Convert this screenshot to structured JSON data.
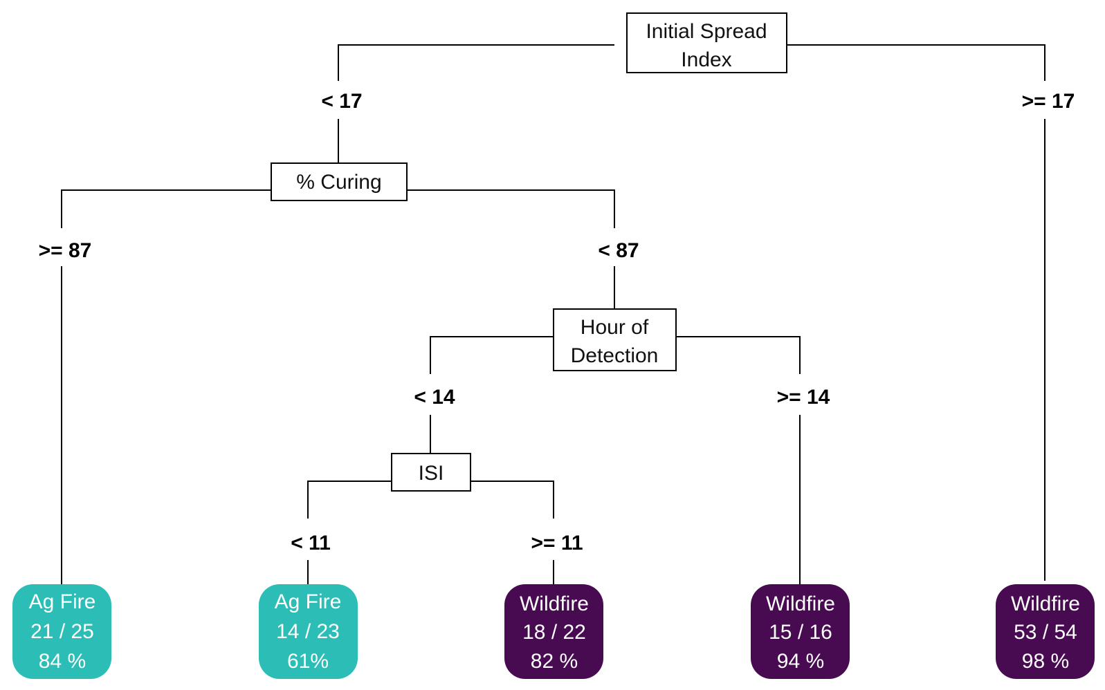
{
  "diagram": {
    "type": "decision-tree",
    "colors": {
      "ag_fire": "#2bbdb6",
      "wildfire": "#480a51"
    },
    "nodes": {
      "root": {
        "line1": "Initial Spread",
        "line2": "Index"
      },
      "curing": {
        "line1": "% Curing"
      },
      "hour": {
        "line1": "Hour of",
        "line2": "Detection"
      },
      "isi": {
        "line1": "ISI"
      }
    },
    "edges": {
      "root_left": "< 17",
      "root_right": ">= 17",
      "curing_left": ">= 87",
      "curing_right": "< 87",
      "hour_left": "< 14",
      "hour_right": ">= 14",
      "isi_left": "< 11",
      "isi_right": ">= 11"
    },
    "leaves": [
      {
        "class": "Ag Fire",
        "counts": "21 / 25",
        "percent": "84 %"
      },
      {
        "class": "Ag Fire",
        "counts": "14 / 23",
        "percent": "61%"
      },
      {
        "class": "Wildfire",
        "counts": "18 / 22",
        "percent": "82 %"
      },
      {
        "class": "Wildfire",
        "counts": "15 / 16",
        "percent": "94 %"
      },
      {
        "class": "Wildfire",
        "counts": "53 / 54",
        "percent": "98 %"
      }
    ]
  }
}
